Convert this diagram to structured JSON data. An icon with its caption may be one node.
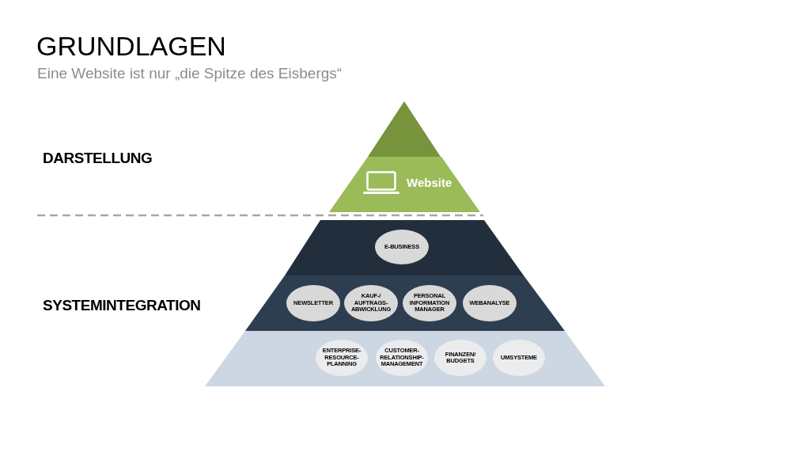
{
  "diagram": {
    "title": "GRUNDLAGEN",
    "nodes": [
      {
        "text": [],
        "shape": "triangle"
      },
      {
        "text": [
          "Website"
        ]
      },
      {
        "text": [],
        "shape": "trapezoid"
      },
      {
        "text": [
          "E-BUSINESS"
        ],
        "in": 2
      },
      {
        "text": [],
        "shape": "trapezoid"
      },
      {
        "text": [
          "NEWSLETTER"
        ],
        "in": 4
      },
      {
        "text": [
          "KAUF-/ AUFTRAGS- ABWICKLUNG"
        ],
        "in": 4
      },
      {
        "text": [
          "PERSONAL INFORMATION MANAGER"
        ],
        "in": 4
      },
      {
        "text": [
          "WEBANALYSE"
        ],
        "in": 4
      },
      {
        "text": [],
        "shape": "trapezoid"
      },
      {
        "text": [
          "ENTERPRISE- RESOURCE- PLANNING"
        ],
        "in": 9
      },
      {
        "text": [
          "CUSTOMER- RELATIONSHIP- MANAGEMENT"
        ],
        "in": 9
      },
      {
        "text": [
          "FINANZEN/ BUDGETS"
        ],
        "in": 9
      },
      {
        "text": [
          "UMSYSTEME"
        ],
        "in": 9
      }
    ],
    "labels": [
      "Eine Website ist nur „die Spitze des Eisbergs“",
      "DARSTELLUNG",
      "SYSTEMINTEGRATION"
    ]
  }
}
